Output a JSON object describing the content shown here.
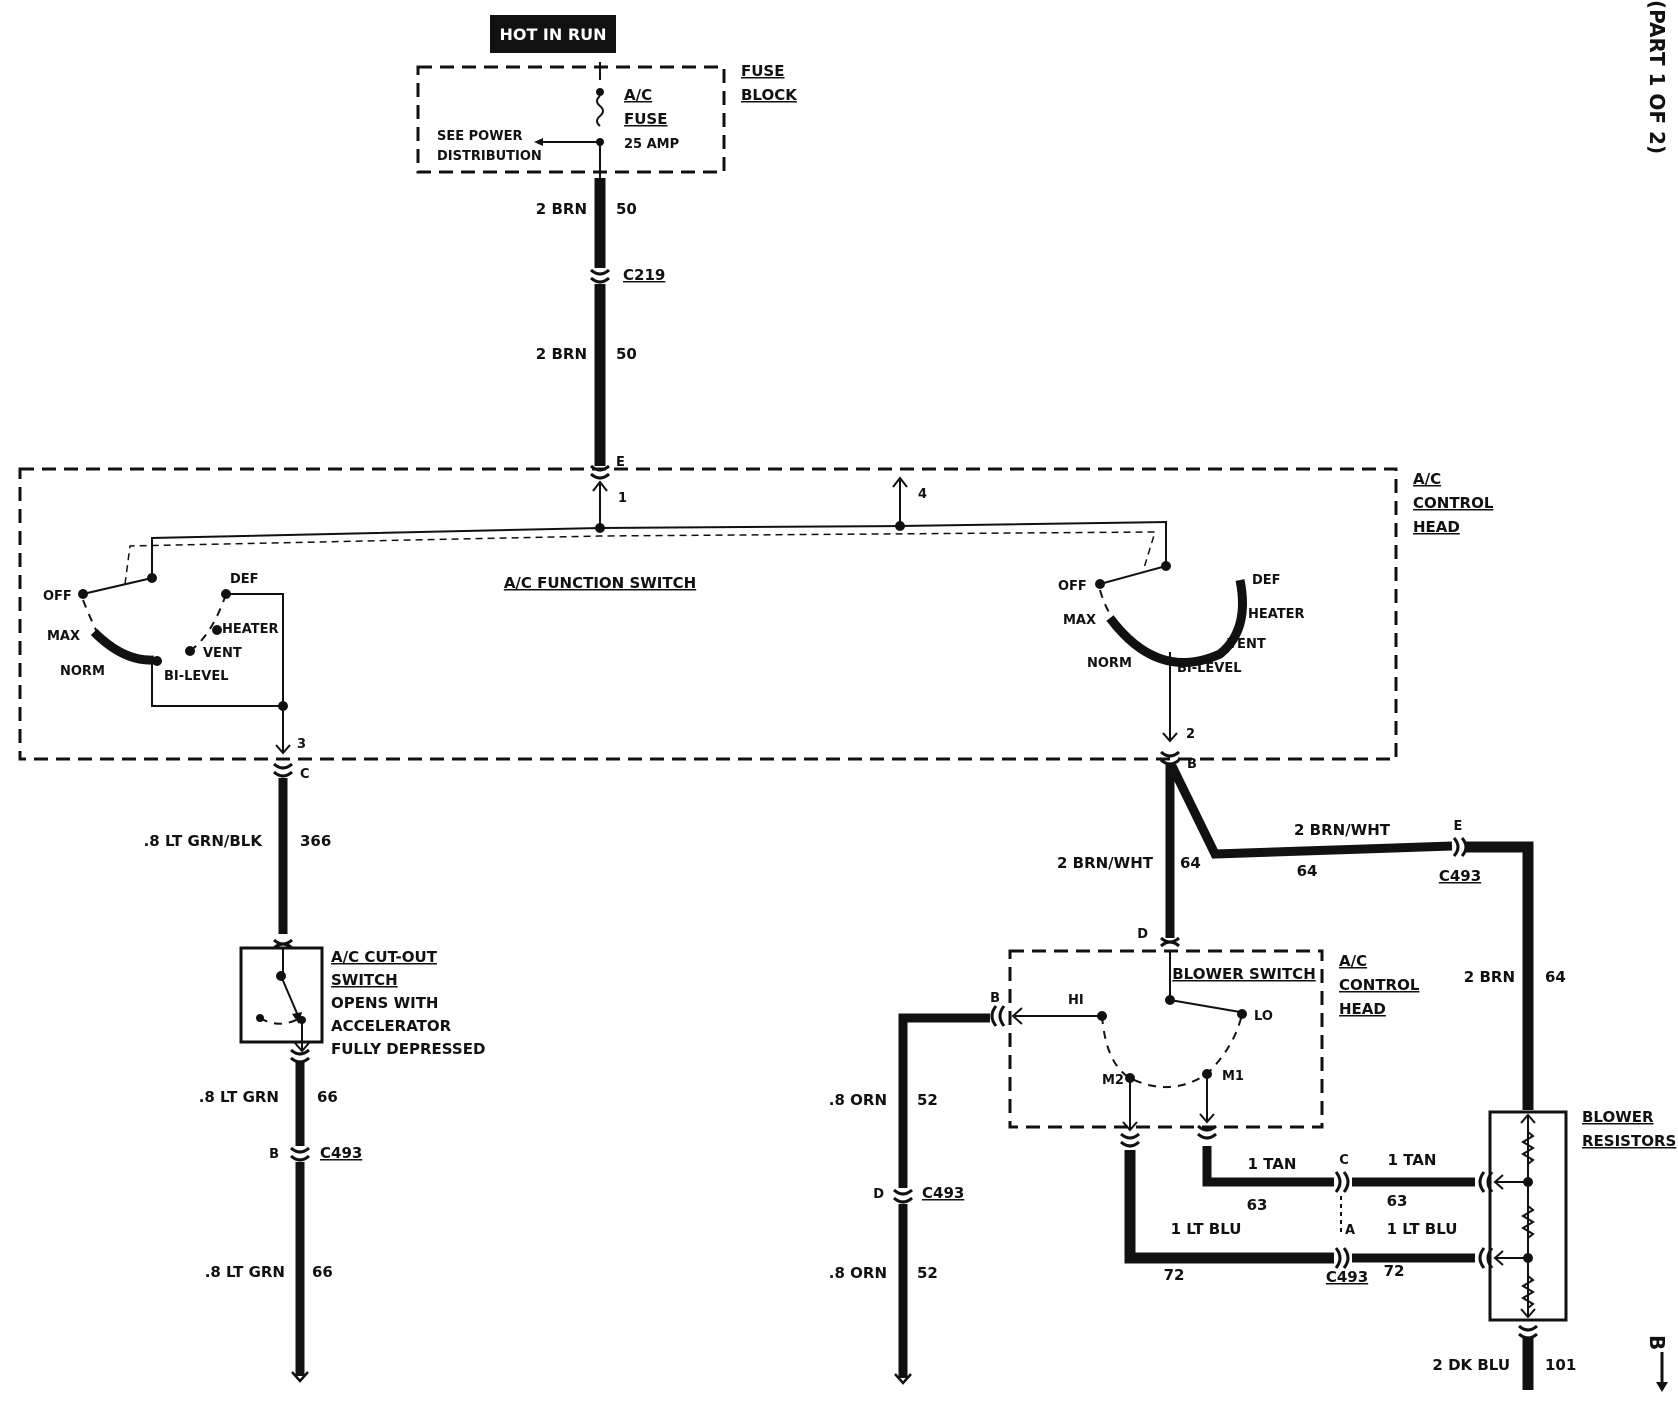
{
  "power": {
    "hot_in_run": "HOT IN RUN"
  },
  "fuse_block": {
    "title_1": "FUSE",
    "title_2": "BLOCK",
    "fuse_1": "A/C",
    "fuse_2": "FUSE",
    "rating": "25 AMP",
    "see_1": "SEE POWER",
    "see_2": "DISTRIBUTION"
  },
  "page_marker": "(PART 1 OF 2)",
  "continuation": "B",
  "wire_top": {
    "gauge_color": "2 BRN",
    "circuit": "50",
    "connector": "C219",
    "gauge_color_2": "2 BRN",
    "circuit_2": "50",
    "pin": "E"
  },
  "control_head": {
    "title_1": "A/C",
    "title_2": "CONTROL",
    "title_3": "HEAD",
    "function_switch": "A/C FUNCTION SWITCH",
    "pin_1": "1",
    "pin_4": "4",
    "pin_3": "3",
    "pin_2": "2",
    "left": {
      "off": "OFF",
      "def": "DEF",
      "max": "MAX",
      "heater": "HEATER",
      "vent": "VENT",
      "norm": "NORM",
      "bilevel": "BI-LEVEL"
    },
    "right": {
      "off": "OFF",
      "def": "DEF",
      "max": "MAX",
      "heater": "HEATER",
      "vent": "VENT",
      "norm": "NORM",
      "bilevel": "BI-LEVEL"
    }
  },
  "left_branch": {
    "pin_c": "C",
    "wire_1": ".8 LT GRN/BLK",
    "circuit_1": "366",
    "cutout_1": "A/C CUT-OUT",
    "cutout_2": "SWITCH",
    "cutout_3": "OPENS WITH",
    "cutout_4": "ACCELERATOR",
    "cutout_5": "FULLY DEPRESSED",
    "wire_2": ".8 LT GRN",
    "circuit_2": "66",
    "pin_b": "B",
    "connector": "C493",
    "wire_3": ".8 LT GRN",
    "circuit_3": "66"
  },
  "right_branch": {
    "pin_b": "B",
    "wire_a": "2 BRN/WHT",
    "circuit_a": "64",
    "wire_b": "2 BRN/WHT",
    "circuit_b": "64",
    "pin_e": "E",
    "connector_e": "C493",
    "pin_d": "D",
    "wire_c": "2 BRN",
    "circuit_c": "64",
    "blower_switch": "BLOWER SWITCH",
    "head_1": "A/C",
    "head_2": "CONTROL",
    "head_3": "HEAD",
    "hi": "HI",
    "lo": "LO",
    "m1": "M1",
    "m2": "M2",
    "pin_b_out": "B",
    "orn_wire_1": ".8 ORN",
    "orn_circuit_1": "52",
    "orn_pin": "D",
    "orn_connector": "C493",
    "orn_wire_2": ".8 ORN",
    "orn_circuit_2": "52",
    "tan_wire_1": "1 TAN",
    "tan_circuit_1": "63",
    "tan_pin": "C",
    "tan_wire_2": "1 TAN",
    "tan_circuit_2": "63",
    "blu_wire_1": "1 LT BLU",
    "blu_circuit_1": "72",
    "blu_pin": "A",
    "blu_connector": "C493",
    "blu_wire_2": "1 LT BLU",
    "blu_circuit_2": "72",
    "resistors_1": "BLOWER",
    "resistors_2": "RESISTORS",
    "out_wire": "2 DK BLU",
    "out_circuit": "101"
  }
}
